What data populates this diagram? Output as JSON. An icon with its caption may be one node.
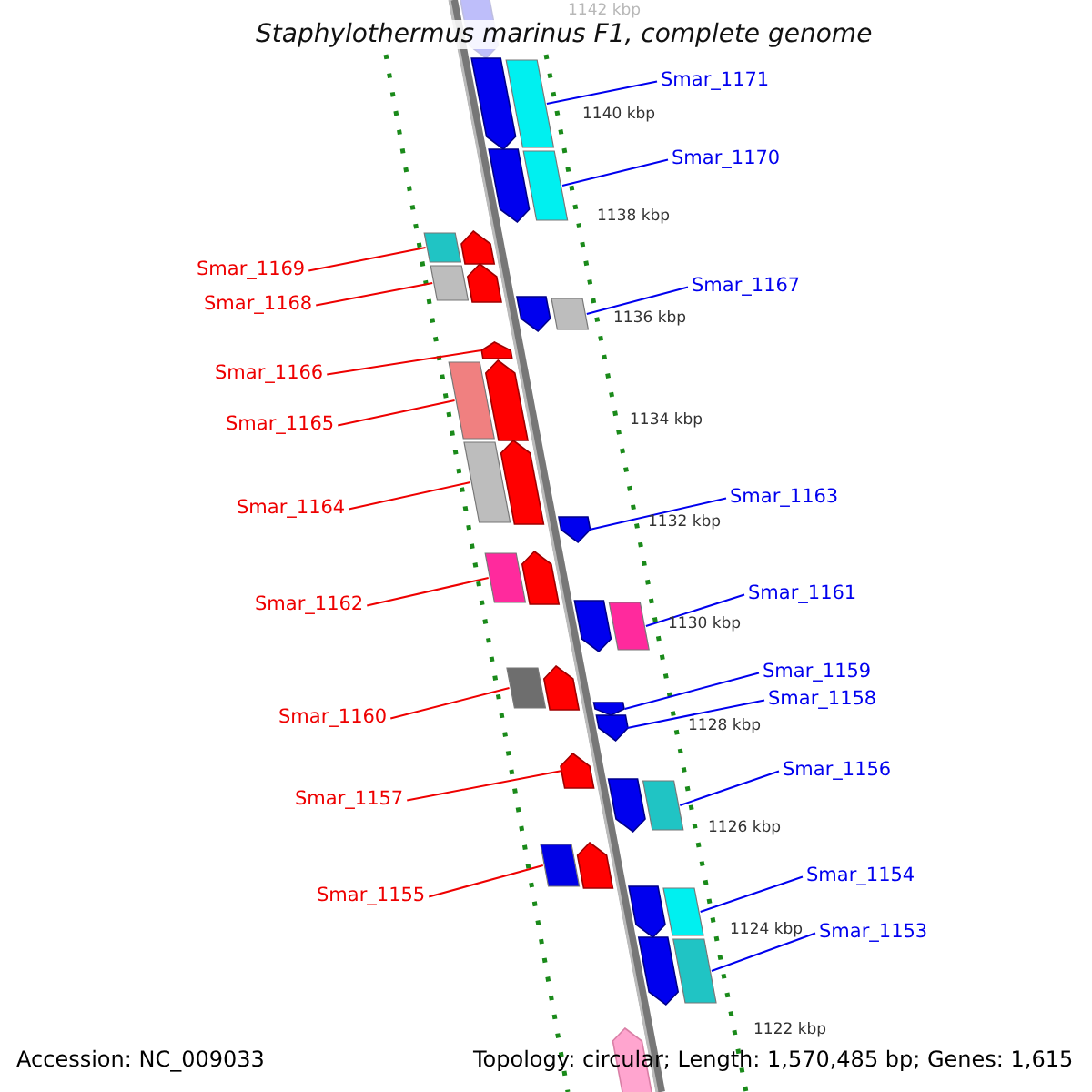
{
  "diagram": {
    "title": "Staphylothermus marinus F1, complete genome",
    "nodes": [
      {
        "text": [
          "Smar_1171"
        ]
      },
      {
        "text": [],
        "shape": "arrow"
      },
      {
        "text": [
          "Smar_1170"
        ]
      },
      {
        "text": [],
        "shape": "arrow"
      },
      {
        "text": [
          "Smar_1169"
        ]
      },
      {
        "text": [],
        "shape": "arrow"
      },
      {
        "text": [
          "Smar_1167"
        ]
      },
      {
        "text": [],
        "shape": "arrow"
      },
      {
        "text": [
          "Smar_1168"
        ]
      },
      {
        "text": [],
        "shape": "arrow"
      },
      {
        "text": [
          "Smar_1166"
        ]
      },
      {
        "text": [],
        "shape": "arrow"
      },
      {
        "text": [
          "Smar_1165"
        ]
      },
      {
        "text": [],
        "shape": "arrow"
      },
      {
        "text": [
          "Smar_1163"
        ]
      },
      {
        "text": [],
        "shape": "arrow"
      },
      {
        "text": [
          "Smar_1164"
        ]
      },
      {
        "text": [],
        "shape": "arrow"
      },
      {
        "text": [
          "Smar_1161"
        ]
      },
      {
        "text": [],
        "shape": "arrow"
      },
      {
        "text": [
          "Smar_1162"
        ]
      },
      {
        "text": [],
        "shape": "arrow"
      },
      {
        "text": [
          "Smar_1159"
        ]
      },
      {
        "text": [],
        "shape": "arrow"
      },
      {
        "text": [
          "Smar_1158"
        ]
      },
      {
        "text": [],
        "shape": "arrow"
      },
      {
        "text": [
          "Smar_1160"
        ]
      },
      {
        "text": [],
        "shape": "arrow"
      },
      {
        "text": [
          "Smar_1156"
        ]
      },
      {
        "text": [],
        "shape": "arrow"
      },
      {
        "text": [
          "Smar_1157"
        ]
      },
      {
        "text": [],
        "shape": "arrow"
      },
      {
        "text": [
          "Smar_1154"
        ]
      },
      {
        "text": [],
        "shape": "arrow"
      },
      {
        "text": [
          "Smar_1155"
        ]
      },
      {
        "text": [],
        "shape": "arrow"
      },
      {
        "text": [
          "Smar_1153"
        ]
      },
      {
        "text": [],
        "shape": "arrow"
      }
    ],
    "edges": [
      {
        "from": 0,
        "to": 1,
        "arrow": "none"
      },
      {
        "from": 2,
        "to": 3,
        "arrow": "none"
      },
      {
        "from": 4,
        "to": 5,
        "arrow": "none",
        "color": "#ee0000"
      },
      {
        "from": 6,
        "to": 7,
        "arrow": "none"
      },
      {
        "from": 8,
        "to": 9,
        "arrow": "none",
        "color": "#ee0000"
      },
      {
        "from": 10,
        "to": 11,
        "arrow": "none",
        "color": "#ee0000"
      },
      {
        "from": 12,
        "to": 13,
        "arrow": "none",
        "color": "#ee0000"
      },
      {
        "from": 14,
        "to": 15,
        "arrow": "none"
      },
      {
        "from": 16,
        "to": 17,
        "arrow": "none",
        "color": "#ee0000"
      },
      {
        "from": 18,
        "to": 19,
        "arrow": "none"
      },
      {
        "from": 20,
        "to": 21,
        "arrow": "none",
        "color": "#ee0000"
      },
      {
        "from": 22,
        "to": 23,
        "arrow": "none"
      },
      {
        "from": 24,
        "to": 25,
        "arrow": "none"
      },
      {
        "from": 26,
        "to": 27,
        "arrow": "none",
        "color": "#ee0000"
      },
      {
        "from": 28,
        "to": 29,
        "arrow": "none"
      },
      {
        "from": 30,
        "to": 31,
        "arrow": "none",
        "color": "#ee0000"
      },
      {
        "from": 32,
        "to": 33,
        "arrow": "none"
      },
      {
        "from": 34,
        "to": 35,
        "arrow": "none",
        "color": "#ee0000"
      },
      {
        "from": 36,
        "to": 37,
        "arrow": "none"
      }
    ],
    "labels": [
      "1142 kbp",
      "1140 kbp",
      "1138 kbp",
      "1136 kbp",
      "1134 kbp",
      "1132 kbp",
      "1130 kbp",
      "1128 kbp",
      "1126 kbp",
      "1124 kbp",
      "1122 kbp",
      "Accession: NC_009033",
      "Topology: circular; Length: 1,570,485 bp; Genes: 1,615"
    ]
  }
}
